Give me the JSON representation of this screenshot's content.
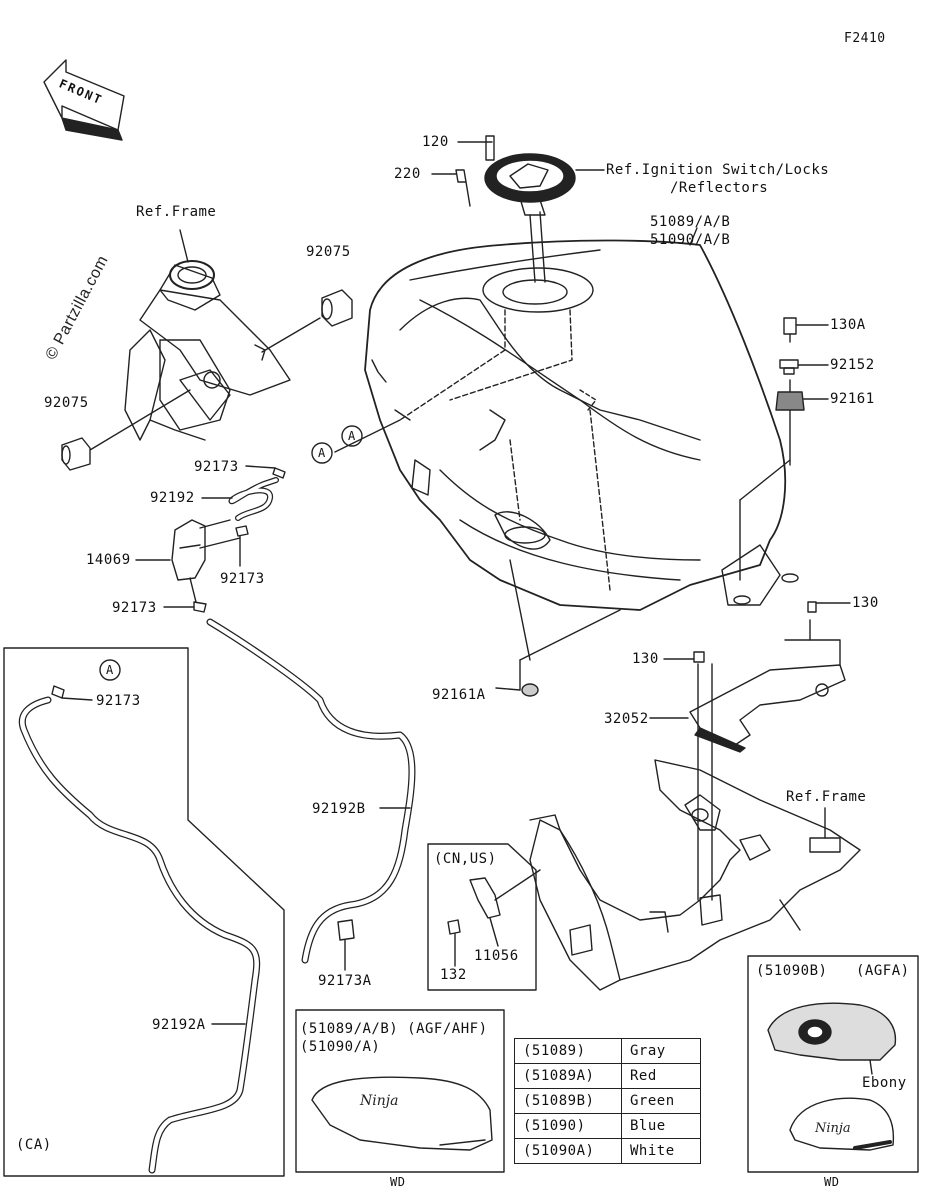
{
  "diagram_code": "F2410",
  "front_label": "FRONT",
  "watermark": "© Partzilla.com",
  "callouts": {
    "ref_frame_top": "Ref.Frame",
    "ref_frame_bottom": "Ref.Frame",
    "p92075_top": "92075",
    "p92075_left": "92075",
    "p120": "120",
    "p220": "220",
    "ref_ignition_1": "Ref.Ignition Switch/Locks",
    "ref_ignition_2": "/Reflectors",
    "p51089": "51089/A/B",
    "p51090": "51090/A/B",
    "p130A": "130A",
    "p92152": "92152",
    "p92161": "92161",
    "p130_right": "130",
    "p130_mid": "130",
    "p32052": "32052",
    "p92161A": "92161A",
    "p92173_a": "92173",
    "p92192": "92192",
    "p14069": "14069",
    "p92173_b": "92173",
    "p92173_c": "92173",
    "p92192B": "92192B",
    "p92173A": "92173A",
    "circle_A_1": "A",
    "circle_A_2": "A"
  },
  "ca_box": {
    "circle_A": "A",
    "p92173": "92173",
    "p92192A": "92192A",
    "tag": "(CA)"
  },
  "cnus_box": {
    "title": "(CN,US)",
    "p11056": "11056",
    "p132": "132"
  },
  "agf_box": {
    "line1": "(51089/A/B) (AGF/AHF)",
    "line2": "(51090/A)",
    "wd": "WD"
  },
  "agfa_box": {
    "part": "(51090B)",
    "model": "(AGFA)",
    "color": "Ebony",
    "wd": "WD"
  },
  "color_table": [
    {
      "part": "(51089)",
      "color": "Gray"
    },
    {
      "part": "(51089A)",
      "color": "Red"
    },
    {
      "part": "(51089B)",
      "color": "Green"
    },
    {
      "part": "(51090)",
      "color": "Blue"
    },
    {
      "part": "(51090A)",
      "color": "White"
    }
  ]
}
